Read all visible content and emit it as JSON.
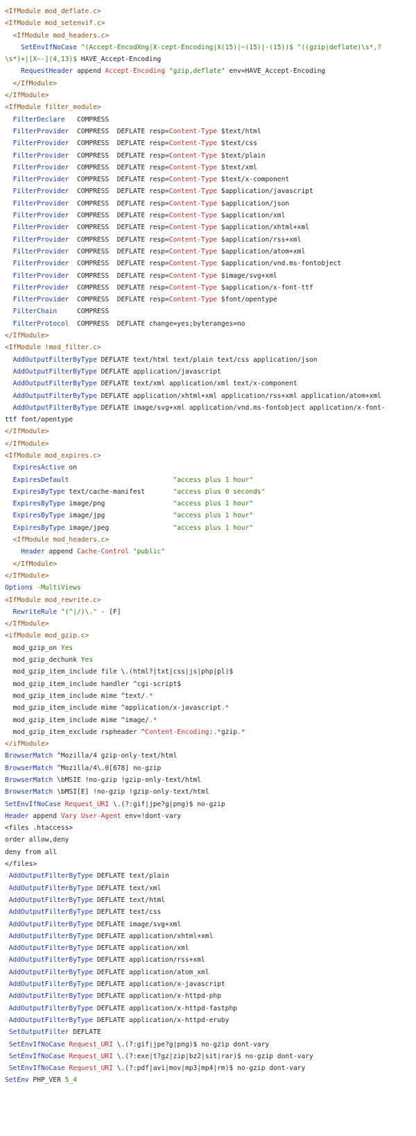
{
  "theme": {
    "background": "#ffffff",
    "text": "#222222",
    "tag": "#8b4a10",
    "directive": "#1d3a9e",
    "string": "#2d7a13",
    "variable": "#b0302a"
  },
  "lines": [
    [
      [
        "tag",
        "<IfModule mod_deflate.c>"
      ]
    ],
    [
      [
        "tag",
        "<IfModule mod_setenvif.c>"
      ]
    ],
    [
      [
        "txt",
        "  "
      ],
      [
        "tag",
        "<IfModule mod_headers.c>"
      ]
    ],
    [
      [
        "txt",
        "    "
      ],
      [
        "dir",
        "SetEnvIfNoCase"
      ],
      [
        "txt",
        " "
      ],
      [
        "str",
        "^(Accept-EncodXng|X-cept-Encoding|X(15)|~(15)|-(15))$"
      ],
      [
        "txt",
        " "
      ],
      [
        "str",
        "^((gzip|deflate)\\s*,?"
      ]
    ],
    [
      [
        "str",
        "\\s*)+|[X~-](4,13)$"
      ],
      [
        "txt",
        " HAVE_Accept-Encoding"
      ]
    ],
    [
      [
        "txt",
        "    "
      ],
      [
        "dir",
        "RequestHeader"
      ],
      [
        "txt",
        " append "
      ],
      [
        "var",
        "Accept-Encoding"
      ],
      [
        "txt",
        " "
      ],
      [
        "str",
        "\"gzip,deflate\""
      ],
      [
        "txt",
        " env=HAVE_Accept-Encoding"
      ]
    ],
    [
      [
        "txt",
        "  "
      ],
      [
        "tag",
        "</IfModule>"
      ]
    ],
    [
      [
        "tag",
        "</IfModule>"
      ]
    ],
    [
      [
        "tag",
        "<IfModule filter_module>"
      ]
    ],
    [
      [
        "txt",
        "  "
      ],
      [
        "dir",
        "FilterDeclare"
      ],
      [
        "txt",
        "   COMPRESS"
      ]
    ],
    [
      [
        "txt",
        "  "
      ],
      [
        "dir",
        "FilterProvider"
      ],
      [
        "txt",
        "  COMPRESS  DEFLATE resp="
      ],
      [
        "var",
        "Content-Type"
      ],
      [
        "txt",
        " $text/html"
      ]
    ],
    [
      [
        "txt",
        "  "
      ],
      [
        "dir",
        "FilterProvider"
      ],
      [
        "txt",
        "  COMPRESS  DEFLATE resp="
      ],
      [
        "var",
        "Content-Type"
      ],
      [
        "txt",
        " $text/css"
      ]
    ],
    [
      [
        "txt",
        "  "
      ],
      [
        "dir",
        "FilterProvider"
      ],
      [
        "txt",
        "  COMPRESS  DEFLATE resp="
      ],
      [
        "var",
        "Content-Type"
      ],
      [
        "txt",
        " $text/plain"
      ]
    ],
    [
      [
        "txt",
        "  "
      ],
      [
        "dir",
        "FilterProvider"
      ],
      [
        "txt",
        "  COMPRESS  DEFLATE resp="
      ],
      [
        "var",
        "Content-Type"
      ],
      [
        "txt",
        " $text/xml"
      ]
    ],
    [
      [
        "txt",
        "  "
      ],
      [
        "dir",
        "FilterProvider"
      ],
      [
        "txt",
        "  COMPRESS  DEFLATE resp="
      ],
      [
        "var",
        "Content-Type"
      ],
      [
        "txt",
        " $text/x-component"
      ]
    ],
    [
      [
        "txt",
        "  "
      ],
      [
        "dir",
        "FilterProvider"
      ],
      [
        "txt",
        "  COMPRESS  DEFLATE resp="
      ],
      [
        "var",
        "Content-Type"
      ],
      [
        "txt",
        " $application/javascript"
      ]
    ],
    [
      [
        "txt",
        "  "
      ],
      [
        "dir",
        "FilterProvider"
      ],
      [
        "txt",
        "  COMPRESS  DEFLATE resp="
      ],
      [
        "var",
        "Content-Type"
      ],
      [
        "txt",
        " $application/json"
      ]
    ],
    [
      [
        "txt",
        "  "
      ],
      [
        "dir",
        "FilterProvider"
      ],
      [
        "txt",
        "  COMPRESS  DEFLATE resp="
      ],
      [
        "var",
        "Content-Type"
      ],
      [
        "txt",
        " $application/xml"
      ]
    ],
    [
      [
        "txt",
        "  "
      ],
      [
        "dir",
        "FilterProvider"
      ],
      [
        "txt",
        "  COMPRESS  DEFLATE resp="
      ],
      [
        "var",
        "Content-Type"
      ],
      [
        "txt",
        " $application/xhtml+xml"
      ]
    ],
    [
      [
        "txt",
        "  "
      ],
      [
        "dir",
        "FilterProvider"
      ],
      [
        "txt",
        "  COMPRESS  DEFLATE resp="
      ],
      [
        "var",
        "Content-Type"
      ],
      [
        "txt",
        " $application/rss+xml"
      ]
    ],
    [
      [
        "txt",
        "  "
      ],
      [
        "dir",
        "FilterProvider"
      ],
      [
        "txt",
        "  COMPRESS  DEFLATE resp="
      ],
      [
        "var",
        "Content-Type"
      ],
      [
        "txt",
        " $application/atom+xml"
      ]
    ],
    [
      [
        "txt",
        "  "
      ],
      [
        "dir",
        "FilterProvider"
      ],
      [
        "txt",
        "  COMPRESS  DEFLATE resp="
      ],
      [
        "var",
        "Content-Type"
      ],
      [
        "txt",
        " $application/vnd.ms-fontobject"
      ]
    ],
    [
      [
        "txt",
        "  "
      ],
      [
        "dir",
        "FilterProvider"
      ],
      [
        "txt",
        "  COMPRESS  DEFLATE resp="
      ],
      [
        "var",
        "Content-Type"
      ],
      [
        "txt",
        " $image/svg+xml"
      ]
    ],
    [
      [
        "txt",
        "  "
      ],
      [
        "dir",
        "FilterProvider"
      ],
      [
        "txt",
        "  COMPRESS  DEFLATE resp="
      ],
      [
        "var",
        "Content-Type"
      ],
      [
        "txt",
        " $application/x-font-ttf"
      ]
    ],
    [
      [
        "txt",
        "  "
      ],
      [
        "dir",
        "FilterProvider"
      ],
      [
        "txt",
        "  COMPRESS  DEFLATE resp="
      ],
      [
        "var",
        "Content-Type"
      ],
      [
        "txt",
        " $font/opentype"
      ]
    ],
    [
      [
        "txt",
        "  "
      ],
      [
        "dir",
        "FilterChain"
      ],
      [
        "txt",
        "     COMPRESS"
      ]
    ],
    [
      [
        "txt",
        "  "
      ],
      [
        "dir",
        "FilterProtocol"
      ],
      [
        "txt",
        "  COMPRESS  DEFLATE change=yes;byteranges=no"
      ]
    ],
    [
      [
        "tag",
        "</IfModule>"
      ]
    ],
    [
      [
        "tag",
        "<IfModule !mod_filter.c>"
      ]
    ],
    [
      [
        "txt",
        "  "
      ],
      [
        "dir",
        "AddOutputFilterByType"
      ],
      [
        "txt",
        " DEFLATE text/html text/plain text/css application/json"
      ]
    ],
    [
      [
        "txt",
        "  "
      ],
      [
        "dir",
        "AddOutputFilterByType"
      ],
      [
        "txt",
        " DEFLATE application/javascript"
      ]
    ],
    [
      [
        "txt",
        "  "
      ],
      [
        "dir",
        "AddOutputFilterByType"
      ],
      [
        "txt",
        " DEFLATE text/xml application/xml text/x-component"
      ]
    ],
    [
      [
        "txt",
        "  "
      ],
      [
        "dir",
        "AddOutputFilterByType"
      ],
      [
        "txt",
        " DEFLATE application/xhtml+xml application/rss+xml application/atom+xml"
      ]
    ],
    [
      [
        "txt",
        "  "
      ],
      [
        "dir",
        "AddOutputFilterByType"
      ],
      [
        "txt",
        " DEFLATE image/svg+xml application/vnd.ms-fontobject application/x-font-"
      ]
    ],
    [
      [
        "txt",
        "ttf font/opentype"
      ]
    ],
    [
      [
        "tag",
        "</IfModule>"
      ]
    ],
    [
      [
        "tag",
        "</IfModule>"
      ]
    ],
    [
      [
        "tag",
        "<IfModule mod_expires.c>"
      ]
    ],
    [
      [
        "txt",
        "  "
      ],
      [
        "dir",
        "ExpiresActive"
      ],
      [
        "txt",
        " on"
      ]
    ],
    [
      [
        "txt",
        "  "
      ],
      [
        "dir",
        "ExpiresDefault"
      ],
      [
        "txt",
        "                          "
      ],
      [
        "str",
        "\"access plus 1 hour\""
      ]
    ],
    [
      [
        "txt",
        "  "
      ],
      [
        "dir",
        "ExpiresByType"
      ],
      [
        "txt",
        " text/cache-manifest       "
      ],
      [
        "str",
        "\"access plus 0 seconds\""
      ]
    ],
    [
      [
        "txt",
        "  "
      ],
      [
        "dir",
        "ExpiresByType"
      ],
      [
        "txt",
        " image/png                 "
      ],
      [
        "str",
        "\"access plus 1 hour\""
      ]
    ],
    [
      [
        "txt",
        "  "
      ],
      [
        "dir",
        "ExpiresByType"
      ],
      [
        "txt",
        " image/jpg                 "
      ],
      [
        "str",
        "\"access plus 1 hour\""
      ]
    ],
    [
      [
        "txt",
        "  "
      ],
      [
        "dir",
        "ExpiresByType"
      ],
      [
        "txt",
        " image/jpeg                "
      ],
      [
        "str",
        "\"access plus 1 hour\""
      ]
    ],
    [
      [
        "txt",
        "  "
      ],
      [
        "tag",
        "<IfModule mod_headers.c>"
      ]
    ],
    [
      [
        "txt",
        "    "
      ],
      [
        "dir",
        "Header"
      ],
      [
        "txt",
        " append "
      ],
      [
        "var",
        "Cache-Control"
      ],
      [
        "txt",
        " "
      ],
      [
        "str",
        "\"public\""
      ]
    ],
    [
      [
        "txt",
        "  "
      ],
      [
        "tag",
        "</IfModule>"
      ]
    ],
    [
      [
        "tag",
        "</IfModule>"
      ]
    ],
    [
      [
        "dir",
        "Options"
      ],
      [
        "txt",
        " "
      ],
      [
        "str",
        "-MultiViews"
      ]
    ],
    [
      [
        "tag",
        "<IfModule mod_rewrite.c>"
      ]
    ],
    [
      [
        "txt",
        "  "
      ],
      [
        "dir",
        "RewriteRule"
      ],
      [
        "txt",
        " "
      ],
      [
        "str",
        "\"(^|/)\\.\""
      ],
      [
        "txt",
        " - [F]"
      ]
    ],
    [
      [
        "tag",
        "</IfModule>"
      ]
    ],
    [
      [
        "tag",
        "<ifModule mod_gzip.c>"
      ]
    ],
    [
      [
        "txt",
        "  mod_gzip_on "
      ],
      [
        "str",
        "Yes"
      ]
    ],
    [
      [
        "txt",
        "  mod_gzip_dechunk "
      ],
      [
        "str",
        "Yes"
      ]
    ],
    [
      [
        "txt",
        "  mod_gzip_item_include file \\.(html?|txt|css|js|php|pl)$"
      ]
    ],
    [
      [
        "txt",
        "  mod_gzip_item_include handler ^cgi-script$"
      ]
    ],
    [
      [
        "txt",
        "  mod_gzip_item_include mime ^text/"
      ],
      [
        "str",
        ".*"
      ]
    ],
    [
      [
        "txt",
        "  mod_gzip_item_include mime ^application/x-javascript"
      ],
      [
        "str",
        ".*"
      ]
    ],
    [
      [
        "txt",
        "  mod_gzip_item_include mime ^image/"
      ],
      [
        "str",
        ".*"
      ]
    ],
    [
      [
        "txt",
        "  mod_gzip_item_exclude rspheader ^"
      ],
      [
        "var",
        "Content-Encoding"
      ],
      [
        "txt",
        ":"
      ],
      [
        "str",
        ".*"
      ],
      [
        "txt",
        "gzip"
      ],
      [
        "str",
        ".*"
      ]
    ],
    [
      [
        "tag",
        "</ifModule>"
      ]
    ],
    [
      [
        "dir",
        "BrowserMatch"
      ],
      [
        "txt",
        " ^Mozilla/4 gzip-only-text/html"
      ]
    ],
    [
      [
        "dir",
        "BrowserMatch"
      ],
      [
        "txt",
        " ^Mozilla/4\\.0[678] no-gzip"
      ]
    ],
    [
      [
        "dir",
        "BrowserMatch"
      ],
      [
        "txt",
        " \\bMSIE !no-gzip !gzip-only-text/html"
      ]
    ],
    [
      [
        "dir",
        "BrowserMatch"
      ],
      [
        "txt",
        " \\bMSI[E] !no-gzip !gzip-only-text/html"
      ]
    ],
    [
      [
        "dir",
        "SetEnvIfNoCase"
      ],
      [
        "txt",
        " "
      ],
      [
        "var",
        "Request_URI"
      ],
      [
        "txt",
        " \\.(?:gif|jpe?g|png)$ no-gzip"
      ]
    ],
    [
      [
        "dir",
        "Header"
      ],
      [
        "txt",
        " append "
      ],
      [
        "var",
        "Vary"
      ],
      [
        "txt",
        " "
      ],
      [
        "var",
        "User-Agent"
      ],
      [
        "txt",
        " env=!dont-vary"
      ]
    ],
    [
      [
        "txt",
        "<files .htaccess>"
      ]
    ],
    [
      [
        "txt",
        "order allow,deny"
      ]
    ],
    [
      [
        "txt",
        "deny from all"
      ]
    ],
    [
      [
        "txt",
        "</files>"
      ]
    ],
    [
      [
        "txt",
        " "
      ],
      [
        "dir",
        "AddOutputFilterByType"
      ],
      [
        "txt",
        " DEFLATE text/plain"
      ]
    ],
    [
      [
        "txt",
        " "
      ],
      [
        "dir",
        "AddOutputFilterByType"
      ],
      [
        "txt",
        " DEFLATE text/xml"
      ]
    ],
    [
      [
        "txt",
        " "
      ],
      [
        "dir",
        "AddOutputFilterByType"
      ],
      [
        "txt",
        " DEFLATE text/html"
      ]
    ],
    [
      [
        "txt",
        " "
      ],
      [
        "dir",
        "AddOutputFilterByType"
      ],
      [
        "txt",
        " DEFLATE text/css"
      ]
    ],
    [
      [
        "txt",
        " "
      ],
      [
        "dir",
        "AddOutputFilterByType"
      ],
      [
        "txt",
        " DEFLATE image/svg+xml"
      ]
    ],
    [
      [
        "txt",
        " "
      ],
      [
        "dir",
        "AddOutputFilterByType"
      ],
      [
        "txt",
        " DEFLATE application/xhtml+xml"
      ]
    ],
    [
      [
        "txt",
        " "
      ],
      [
        "dir",
        "AddOutputFilterByType"
      ],
      [
        "txt",
        " DEFLATE application/xml"
      ]
    ],
    [
      [
        "txt",
        " "
      ],
      [
        "dir",
        "AddOutputFilterByType"
      ],
      [
        "txt",
        " DEFLATE application/rss+xml"
      ]
    ],
    [
      [
        "txt",
        " "
      ],
      [
        "dir",
        "AddOutputFilterByType"
      ],
      [
        "txt",
        " DEFLATE application/atom_xml"
      ]
    ],
    [
      [
        "txt",
        " "
      ],
      [
        "dir",
        "AddOutputFilterByType"
      ],
      [
        "txt",
        " DEFLATE application/x-javascript"
      ]
    ],
    [
      [
        "txt",
        " "
      ],
      [
        "dir",
        "AddOutputFilterByType"
      ],
      [
        "txt",
        " DEFLATE application/x-httpd-php"
      ]
    ],
    [
      [
        "txt",
        " "
      ],
      [
        "dir",
        "AddOutputFilterByType"
      ],
      [
        "txt",
        " DEFLATE application/x-httpd-fastphp"
      ]
    ],
    [
      [
        "txt",
        " "
      ],
      [
        "dir",
        "AddOutputFilterByType"
      ],
      [
        "txt",
        " DEFLATE application/x-httpd-eruby"
      ]
    ],
    [
      [
        "txt",
        " "
      ],
      [
        "dir",
        "SetOutputFilter"
      ],
      [
        "txt",
        " DEFLATE"
      ]
    ],
    [
      [
        "txt",
        " "
      ],
      [
        "dir",
        "SetEnvIfNoCase"
      ],
      [
        "txt",
        " "
      ],
      [
        "var",
        "Request_URI"
      ],
      [
        "txt",
        " \\.(?:gif|jpe?g|png)$ no-gzip dont-vary"
      ]
    ],
    [
      [
        "txt",
        " "
      ],
      [
        "dir",
        "SetEnvIfNoCase"
      ],
      [
        "txt",
        " "
      ],
      [
        "var",
        "Request_URI"
      ],
      [
        "txt",
        " \\.(?:exe|t?gz|zip|bz2|sit|rar)$ no-gzip dont-vary"
      ]
    ],
    [
      [
        "txt",
        " "
      ],
      [
        "dir",
        "SetEnvIfNoCase"
      ],
      [
        "txt",
        " "
      ],
      [
        "var",
        "Request_URI"
      ],
      [
        "txt",
        " \\.(?:pdf|avi|mov|mp3|mp4|rm)$ no-gzip dont-vary"
      ]
    ],
    [
      [
        "dir",
        "SetEnv"
      ],
      [
        "txt",
        " PHP_VER "
      ],
      [
        "str",
        "5_4"
      ]
    ]
  ]
}
